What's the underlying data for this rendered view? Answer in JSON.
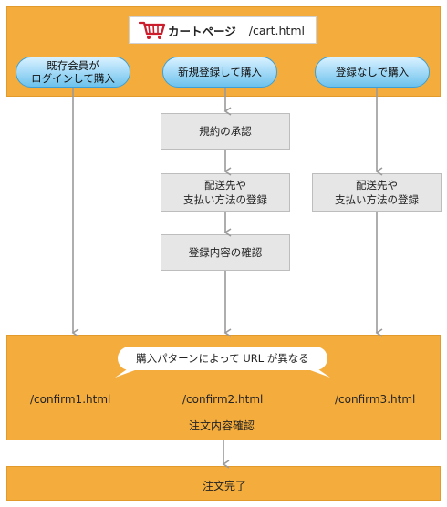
{
  "cart": {
    "name": "カートページ",
    "url": "/cart.html",
    "icon": "shopping-cart-icon"
  },
  "entry_buttons": [
    {
      "label_line1": "既存会員が",
      "label_line2": "ログインして購入"
    },
    {
      "label": "新規登録して購入"
    },
    {
      "label": "登録なしで購入"
    }
  ],
  "steps": {
    "terms": "規約の承認",
    "shipping_a_line1": "配送先や",
    "shipping_a_line2": "支払い方法の登録",
    "confirm_registration": "登録内容の確認",
    "shipping_b_line1": "配送先や",
    "shipping_b_line2": "支払い方法の登録"
  },
  "confirm_panel": {
    "note": "購入パターンによって URL が異なる",
    "urls": [
      "/confirm1.html",
      "/confirm2.html",
      "/confirm3.html"
    ],
    "title": "注文内容確認"
  },
  "complete_panel": {
    "title": "注文完了"
  },
  "colors": {
    "panel": "#f4ad3d",
    "button": "#a9dcf8",
    "step": "#e6e6e6",
    "arrow": "#9a9a9a",
    "cart_icon": "#cc1d2c"
  }
}
